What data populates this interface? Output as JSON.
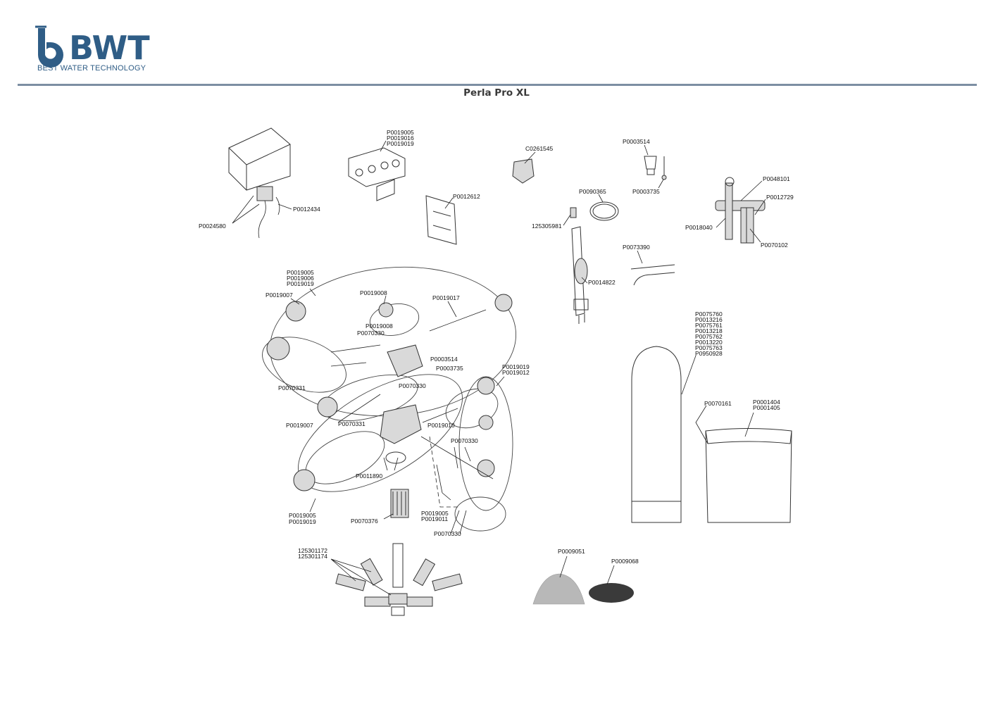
{
  "brand": {
    "logo_text": "BWT",
    "tagline": "BEST WATER TECHNOLOGY",
    "color": "#2f5d86"
  },
  "title": "Perla Pro XL",
  "labels": {
    "p0024580": "P0024580",
    "p0012434": "P0012434",
    "p0019005_top": "P0019005",
    "p0019016_top": "P0019016",
    "p0019019_top": "P0019019",
    "c0261545": "C0261545",
    "p0012612": "P0012612",
    "p0003514_top": "P0003514",
    "p0003735_top": "P0003735",
    "p0090365": "P0090365",
    "n125305981": "125305981",
    "p0048101": "P0048101",
    "p0012729": "P0012729",
    "p0018040": "P0018040",
    "p0070102": "P0070102",
    "p0073390": "P0073390",
    "p0014822": "P0014822",
    "p0019005_a": "P0019005",
    "p0019006_a": "P0019006",
    "p0019019_a": "P0019019",
    "p0019007_a": "P0019007",
    "p0019008_a": "P0019008",
    "p0019017": "P0019017",
    "p0019008_b": "P0019008",
    "p0070330_a": "P0070330",
    "p0003514_mid": "P0003514",
    "p0003735_mid": "P0003735",
    "p0070330_b": "P0070330",
    "p0070331_a": "P0070331",
    "p0019019_r": "P0019019",
    "p0019012": "P0019012",
    "p0019007_b": "P0019007",
    "p0070331_b": "P0070331",
    "p0019010": "P0019010",
    "p0070330_c": "P0070330",
    "p0011890": "P0011890",
    "p0019005_b": "P0019005",
    "p0019019_b": "P0019019",
    "p0070376": "P0070376",
    "p0019005_c": "P0019005",
    "p0019011": "P0019011",
    "p0070330_d": "P0070330",
    "tank_codes": [
      "P0075760",
      "P0013216",
      "P0075761",
      "P0013218",
      "P0075762",
      "P0013220",
      "P0075763",
      "P0950928"
    ],
    "p0070161": "P0070161",
    "p0001404": "P0001404",
    "p0001405": "P0001405",
    "n125301172": "125301172",
    "n125301174": "125301174",
    "p0009051": "P0009051",
    "p0009068": "P0009068"
  }
}
